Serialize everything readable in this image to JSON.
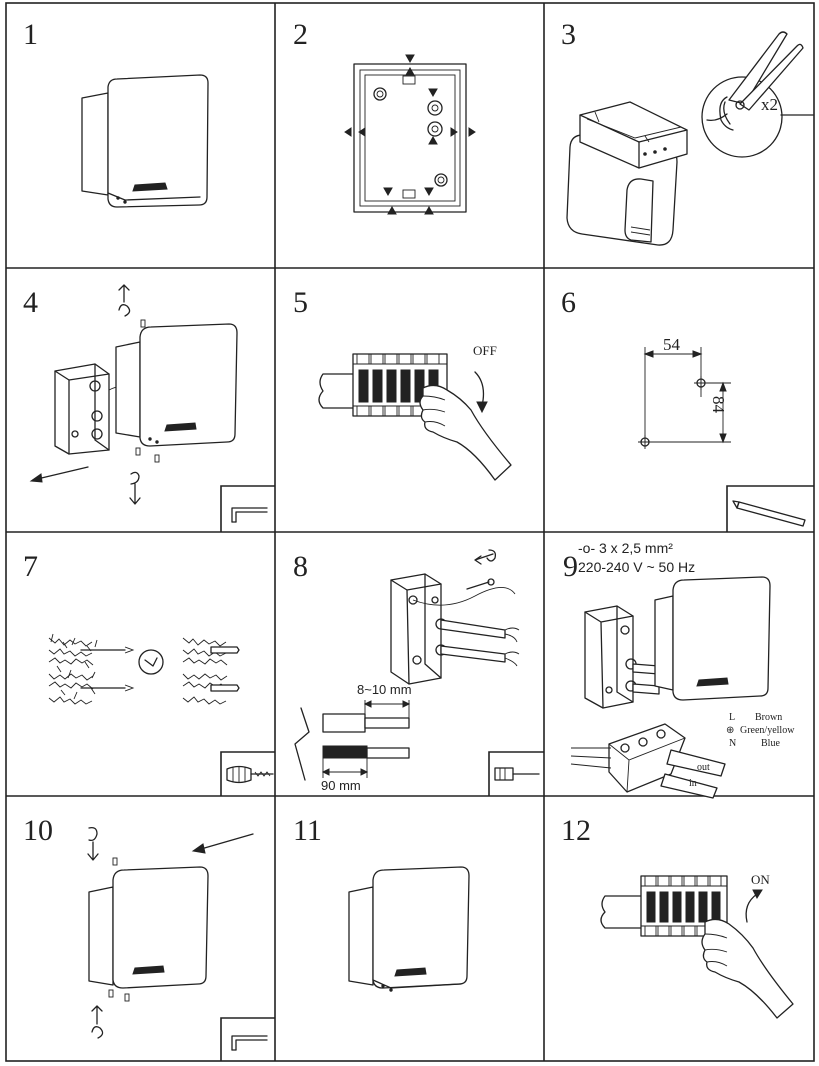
{
  "steps": [
    {
      "number": "1"
    },
    {
      "number": "2"
    },
    {
      "number": "3",
      "label": "x2"
    },
    {
      "number": "4"
    },
    {
      "number": "5",
      "label": "OFF"
    },
    {
      "number": "6",
      "dim_h": "54",
      "dim_v": "84"
    },
    {
      "number": "7"
    },
    {
      "number": "8",
      "dim_strip": "8~10 mm",
      "dim_cable": "90 mm"
    },
    {
      "number": "9",
      "spec_line1": "-o- 3 x 2,5 mm²",
      "spec_line2": "220-240 V ~ 50 Hz",
      "wires": [
        {
          "code": "L",
          "color": "Brown"
        },
        {
          "code": "⊕",
          "color": "Green/yellow"
        },
        {
          "code": "N",
          "color": "Blue"
        }
      ],
      "out_label": "out",
      "in_label": "in"
    },
    {
      "number": "10"
    },
    {
      "number": "11"
    },
    {
      "number": "12",
      "label": "ON"
    }
  ],
  "tool_icons": [
    "hex-key-icon",
    "pencil-icon",
    "drill-icon",
    "screwdriver-icon",
    "hex-key-icon"
  ]
}
